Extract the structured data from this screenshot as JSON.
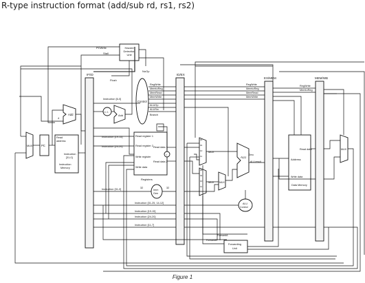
{
  "title": "R-type instruction format (add/sub rd, rs1, rs2)",
  "caption": "Figure 1",
  "pipeline_registers": [
    "IF/ID",
    "ID/EX",
    "EX/MEM",
    "MEM/WB"
  ],
  "hazard_unit": {
    "line1": "Hazard",
    "line2": "Detection",
    "line3": "Unit"
  },
  "top_labels": {
    "pcwrite": "PCWrite",
    "stall": "Stall",
    "nop": "NoOp",
    "flush": "Flush",
    "control": "Control"
  },
  "control_signals_idex": [
    "RegWrite",
    "MemtoReg",
    "MemRead",
    "MemWrite",
    "ALUOp",
    "ALUSrc",
    "Branch"
  ],
  "control_signals_exmem": [
    "RegWrite",
    "MemtoReg",
    "MemRead",
    "MemWrite"
  ],
  "control_signals_memwb": [
    "RegWrite",
    "MemtoReg"
  ],
  "if_stage": {
    "pc": "PC",
    "pc_mux": "MUX",
    "adder": "Add",
    "four": "4",
    "imem_read": "Read",
    "imem_address": "address",
    "imem_instr": "Instruction",
    "imem_instr_bits": "[31-0]",
    "imem_name1": "Instruction",
    "imem_name2": "Memory"
  },
  "id_stage": {
    "instr_label_top": "Instruction [6-0]",
    "branch_adder": "Add",
    "shift_label": "<< 1",
    "instr_19_15": "Instruction [19-15]",
    "instr_24_20": "Instruction [24-20]",
    "instr_31_0": "Instruction [31-0]",
    "instr_31_25_14_12": "Instruction [31-25, 14-12]",
    "instr_19_15_b": "Instruction [19-15]",
    "instr_24_20_b": "Instruction [24-20]",
    "instr_11_7": "Instruction [11-7]",
    "reg_read1": "Read register 1",
    "reg_read2": "Read register 2",
    "reg_write": "Write register",
    "reg_wdata": "Write data",
    "reg_rdata1": "Read data 1",
    "reg_rdata2": "Read data 2",
    "registers": "Registers",
    "immgen1": "Imm",
    "immgen2": "Gen",
    "w32a": "32",
    "w32b": "32",
    "eq": "="
  },
  "ex_stage": {
    "mux_a": "MUX",
    "mux_b": "MUX",
    "mux_src": "MUX",
    "sel": [
      "00",
      "01",
      "10",
      "11"
    ],
    "alu": "ALU",
    "alu_result": "ALU result",
    "alu_control1": "ALU",
    "alu_control2": "Control",
    "zero": "Zero",
    "forwarding1": "Forwarding",
    "forwarding2": "Unit",
    "forward_a": "ForwardA",
    "forward_b": "ForwardB"
  },
  "mem_stage": {
    "address": "Address",
    "read_data": "Read data",
    "write_data": "Write data",
    "data_memory": "Data Memory"
  },
  "wb_stage": {
    "mux": "MUX"
  }
}
